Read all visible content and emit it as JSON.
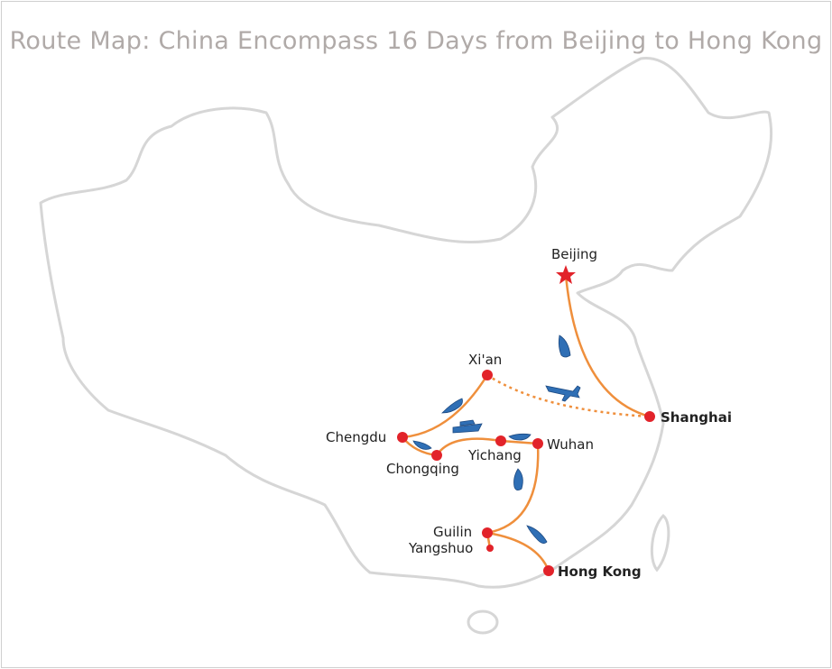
{
  "title": "Route Map: China Encompass 16 Days from Beijing to Hong Kong",
  "colors": {
    "route": "#ef8f3c",
    "city": "#e2232a",
    "border": "#d6d6d6",
    "transport": "#2f6fb5"
  },
  "cities": {
    "beijing": "Beijing",
    "xian": "Xi'an",
    "shanghai": "Shanghai",
    "chengdu": "Chengdu",
    "chongqing": "Chongqing",
    "yichang": "Yichang",
    "wuhan": "Wuhan",
    "guilin": "Guilin",
    "yangshuo": "Yangshuo",
    "hongkong": "Hong Kong"
  },
  "transport_icons": [
    "train-icon",
    "plane-icon",
    "train-icon",
    "cruise-ship-icon",
    "train-icon",
    "train-icon",
    "train-icon",
    "train-icon"
  ]
}
